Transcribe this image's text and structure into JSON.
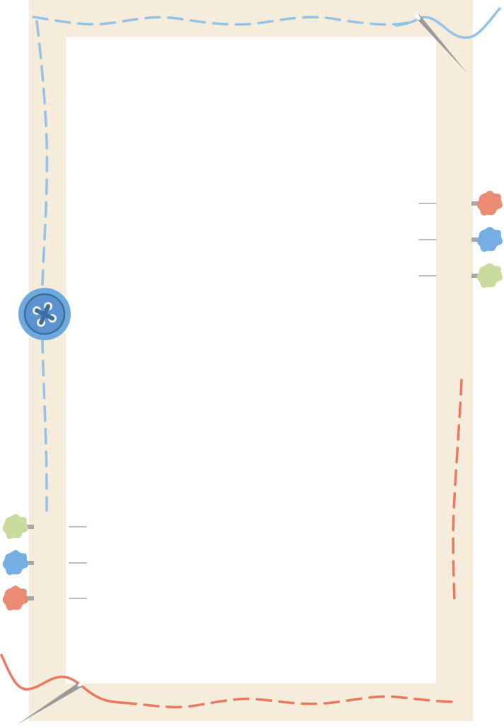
{
  "colors": {
    "background": "#ffffff",
    "frame": "#f6ecdb",
    "inner": "#ffffff",
    "thread_blue": "#93c3e6",
    "thread_red": "#e9795f",
    "button_outer": "#6ea9de",
    "button_inner": "#5a93cf",
    "button_ring": "#3e6e9d",
    "button_holes": "#f6ecdb",
    "button_cross": "#3e6e9d",
    "needle": "#9a9a9a",
    "pin_red": "#ec8b74",
    "pin_blue": "#74aee3",
    "pin_green": "#c8da9c",
    "pin_shaft": "#a8a8a8"
  },
  "icons": {
    "top_needle": "sewing-needle-icon",
    "bottom_needle": "sewing-needle-icon",
    "button": "sewing-button-icon",
    "pin_head": "flower-pin-icon"
  },
  "decorations": {
    "right_pins": [
      "pin_red",
      "pin_blue",
      "pin_green"
    ],
    "left_pins": [
      "pin_green",
      "pin_blue",
      "pin_red"
    ]
  }
}
